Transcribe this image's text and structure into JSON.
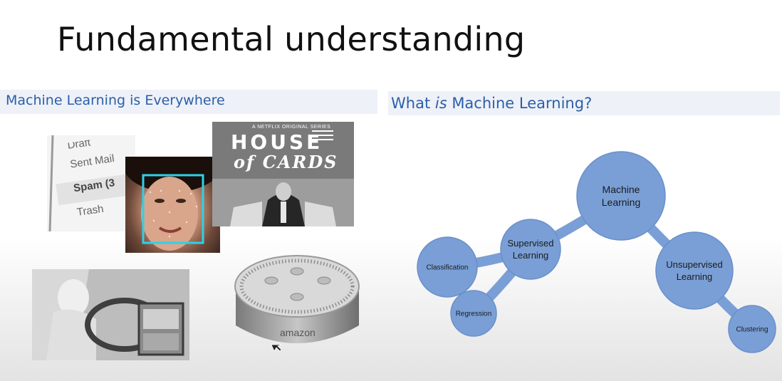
{
  "slide": {
    "title": "Fundamental understanding",
    "left_heading": "Machine Learning is Everywhere",
    "right_heading_pre": "What ",
    "right_heading_em": "is",
    "right_heading_post": " Machine Learning?"
  },
  "images": {
    "email": {
      "items": [
        "Draft",
        "Sent Mail",
        "Spam (3",
        "Trash"
      ]
    },
    "netflix": {
      "tagline": "A NETFLIX ORIGINAL SERIES",
      "title_line1": "HOUSE",
      "title_line2": "of CARDS"
    },
    "echo": {
      "brand": "amazon"
    }
  },
  "mind_map": {
    "color": "#7a9fd6",
    "nodes": [
      {
        "id": "ml",
        "label_lines": [
          "Machine",
          "Learning"
        ]
      },
      {
        "id": "supervised",
        "label_lines": [
          "Supervised",
          "Learning"
        ]
      },
      {
        "id": "unsupervised",
        "label_lines": [
          "Unsupervised",
          "Learning"
        ]
      },
      {
        "id": "classification",
        "label_lines": [
          "Classification"
        ]
      },
      {
        "id": "regression",
        "label_lines": [
          "Regression"
        ]
      },
      {
        "id": "clustering",
        "label_lines": [
          "Clustering"
        ]
      }
    ]
  }
}
